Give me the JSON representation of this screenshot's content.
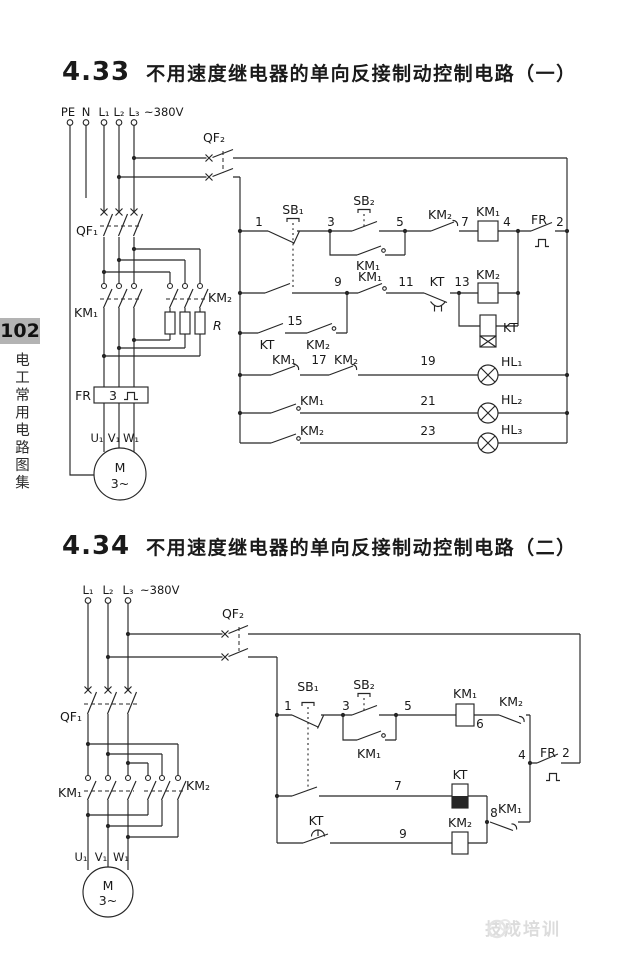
{
  "sidebar": {
    "page_number": "102",
    "book_title": "电工常用电路图集"
  },
  "watermark": {
    "brand": "技成培训"
  },
  "d1": {
    "number": "4.33",
    "title": "不用速度继电器的单向反接制动控制电路（一）",
    "supply": {
      "pe": "PE",
      "n": "N",
      "l1": "L₁",
      "l2": "L₂",
      "l3": "L₃",
      "voltage": "~380V"
    },
    "components": {
      "qf1": "QF₁",
      "qf2": "QF₂",
      "km1": "KM₁",
      "km2": "KM₂",
      "kt": "KT",
      "fr": "FR",
      "fr_poles": "3",
      "r": "R",
      "sb1": "SB₁",
      "sb2": "SB₂",
      "hl1": "HL₁",
      "hl2": "HL₂",
      "hl3": "HL₃",
      "motor": "M",
      "motor_phase": "3~",
      "u1": "U₁",
      "v1": "V₁",
      "w1": "W₁"
    },
    "nodes": {
      "n1": "1",
      "n2": "2",
      "n3": "3",
      "n4": "4",
      "n5": "5",
      "n7": "7",
      "n9": "9",
      "n11": "11",
      "n13": "13",
      "n15": "15",
      "n17": "17",
      "n19": "19",
      "n21": "21",
      "n23": "23"
    }
  },
  "d2": {
    "number": "4.34",
    "title": "不用速度继电器的单向反接制动控制电路（二）",
    "supply": {
      "l1": "L₁",
      "l2": "L₂",
      "l3": "L₃",
      "voltage": "~380V"
    },
    "components": {
      "qf1": "QF₁",
      "qf2": "QF₂",
      "km1": "KM₁",
      "km2": "KM₂",
      "kt": "KT",
      "fr": "FR",
      "sb1": "SB₁",
      "sb2": "SB₂",
      "motor": "M",
      "motor_phase": "3~",
      "u1": "U₁",
      "v1": "V₁",
      "w1": "W₁"
    },
    "nodes": {
      "n1": "1",
      "n2": "2",
      "n3": "3",
      "n4": "4",
      "n5": "5",
      "n6": "6",
      "n7": "7",
      "n8": "8",
      "n9": "9"
    }
  }
}
